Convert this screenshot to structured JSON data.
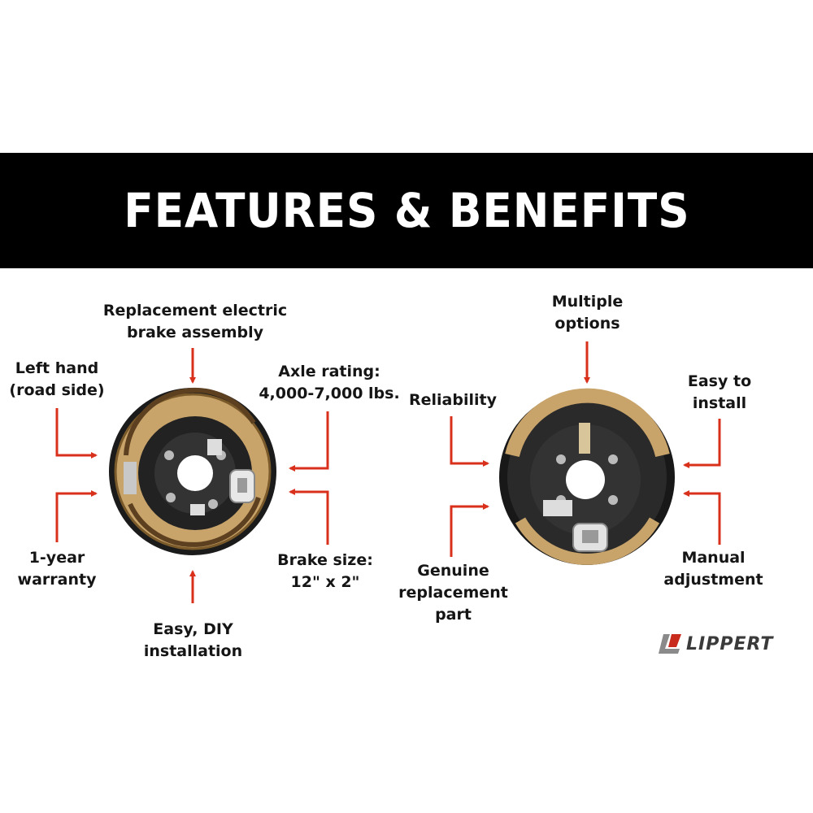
{
  "banner": {
    "title": "FEATURES & BENEFITS"
  },
  "left_brake": {
    "top": [
      "Replacement electric",
      "brake assembly"
    ],
    "upper_left": [
      "Left hand",
      "(road side)"
    ],
    "upper_right": [
      "Axle rating:",
      "4,000-7,000 lbs."
    ],
    "lower_left": [
      "1-year",
      "warranty"
    ],
    "lower_right": [
      "Brake size:",
      "12\" x 2\""
    ],
    "bottom": [
      "Easy, DIY",
      "installation"
    ]
  },
  "right_brake": {
    "top": [
      "Multiple",
      "options"
    ],
    "upper_left": [
      "Reliability"
    ],
    "upper_right": [
      "Easy to",
      "install"
    ],
    "lower_left": [
      "Genuine",
      "replacement",
      "part"
    ],
    "lower_right": [
      "Manual",
      "adjustment"
    ]
  },
  "logo": {
    "text": "LIPPERT"
  },
  "colors": {
    "banner": "#000000",
    "arrow": "#d9301c",
    "brake_plate": "#c9a46a",
    "backing": "#1a1a1a"
  }
}
